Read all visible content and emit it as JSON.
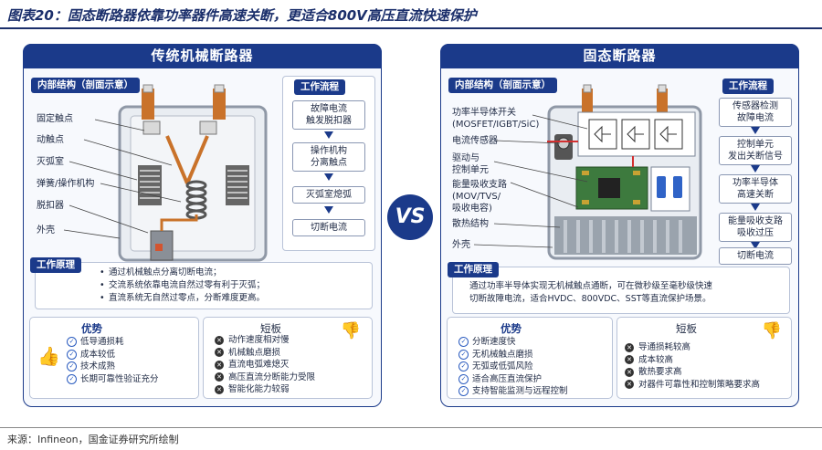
{
  "figure_title": "图表20：固态断路器依靠功率器件高速关断，更适合800V高压直流快速保护",
  "source": "来源：Infineon，国金证券研究所绘制",
  "vs_label": "VS",
  "left": {
    "header": "传统机械断路器",
    "structure_tag": "内部结构（剖面示意）",
    "labels": [
      "固定触点",
      "动触点",
      "灭弧室",
      "弹簧/操作机构",
      "脱扣器",
      "外壳"
    ],
    "flow_tag": "工作流程",
    "flow": [
      "故障电流\n触发脱扣器",
      "操作机构\n分离触点",
      "灭弧室熄弧",
      "切断电流"
    ],
    "principle_tag": "工作原理",
    "principle": [
      "通过机械触点分离切断电流；",
      "交流系统依靠电流自然过零有利于灭弧；",
      "直流系统无自然过零点，分断难度更高。"
    ],
    "pros_title": "优势",
    "pros": [
      "低导通损耗",
      "成本较低",
      "技术成熟",
      "长期可靠性验证充分"
    ],
    "cons_title": "短板",
    "cons": [
      "动作速度相对慢",
      "机械触点磨损",
      "直流电弧难熄灭",
      "高压直流分断能力受限",
      "智能化能力较弱"
    ]
  },
  "right": {
    "header": "固态断路器",
    "structure_tag": "内部结构（剖面示意）",
    "labels": [
      "功率半导体开关\n(MOSFET/IGBT/SiC)",
      "电流传感器",
      "驱动与\n控制单元",
      "能量吸收支路\n(MOV/TVS/\n吸收电容)",
      "散热结构",
      "外壳"
    ],
    "flow_tag": "工作流程",
    "flow": [
      "传感器检测\n故障电流",
      "控制单元\n发出关断信号",
      "功率半导体\n高速关断",
      "能量吸收支路\n吸收过压",
      "切断电流"
    ],
    "principle_tag": "工作原理",
    "principle": [
      "通过功率半导体实现无机械触点通断，可在微秒级至毫秒级快速",
      "切断故障电流，适合HVDC、800VDC、SST等直流保护场景。"
    ],
    "pros_title": "优势",
    "pros": [
      "分断速度快",
      "无机械触点磨损",
      "无弧或低弧风险",
      "适合高压直流保护",
      "支持智能监测与远程控制"
    ],
    "cons_title": "短板",
    "cons": [
      "导通损耗较高",
      "成本较高",
      "散热要求高",
      "对器件可靠性和控制策略要求高"
    ]
  }
}
